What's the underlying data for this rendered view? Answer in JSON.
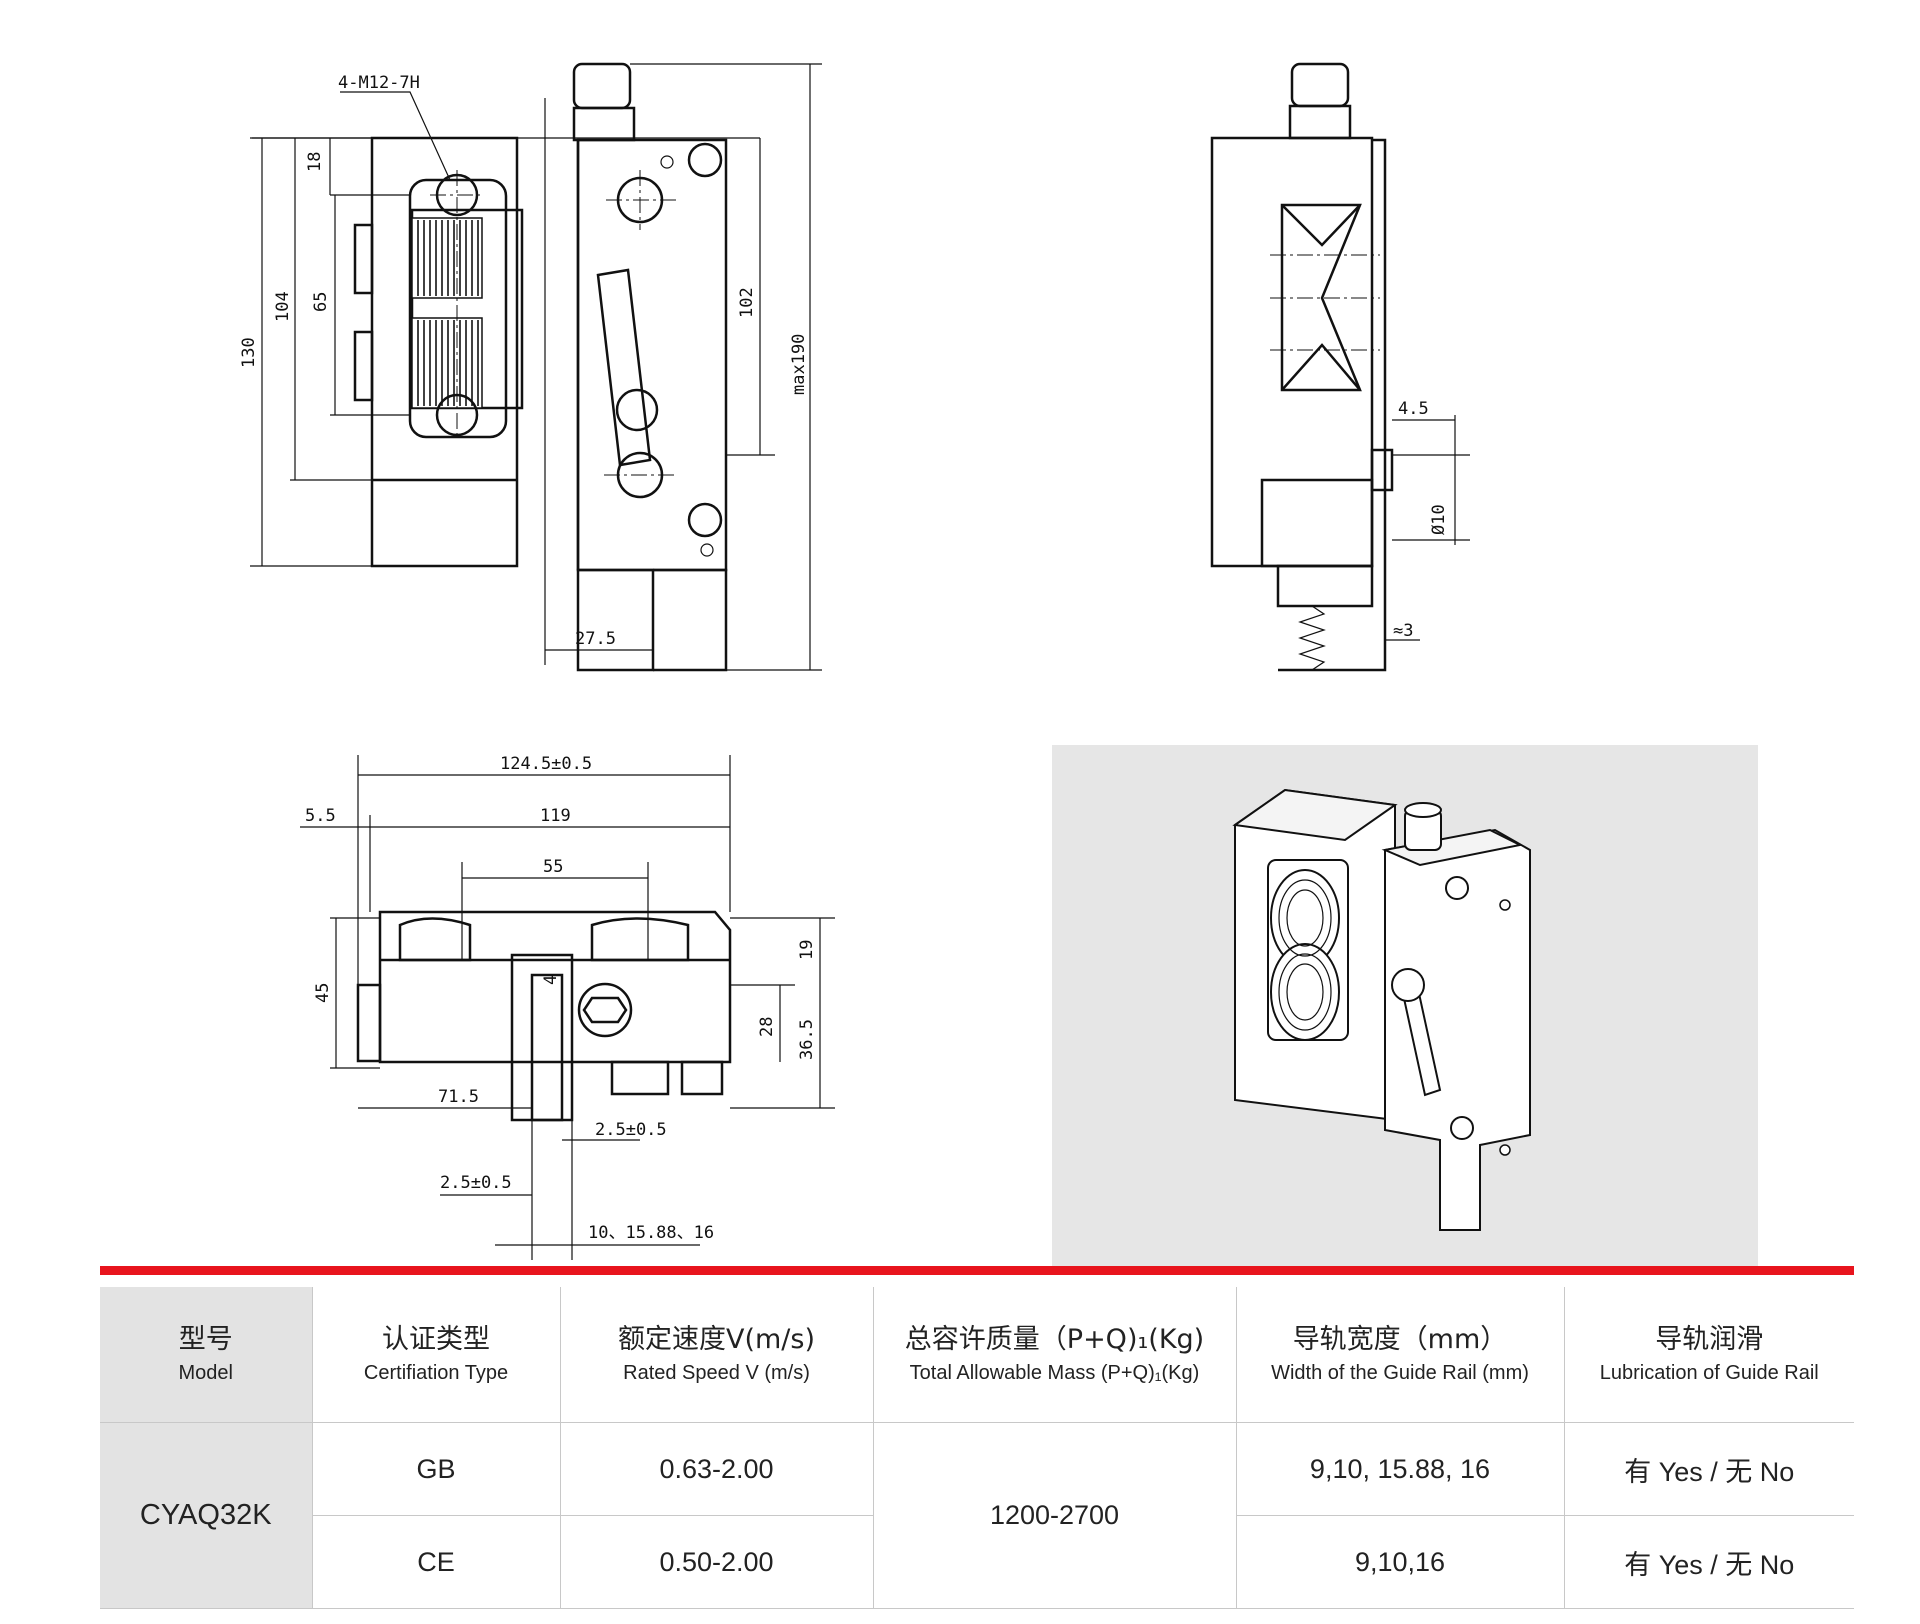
{
  "drawing": {
    "dims": {
      "thread": "4-M12-7H",
      "d18": "18",
      "d104": "104",
      "d65": "65",
      "d130": "130",
      "d102": "102",
      "dmax190": "max190",
      "d27_5": "27.5",
      "d4_5": "4.5",
      "d10dia": "Ø10",
      "d3": "≈3",
      "d124_5": "124.5±0.5",
      "d5_5": "5.5",
      "d119": "119",
      "d55": "55",
      "d45": "45",
      "d19": "19",
      "d28": "28",
      "d36_5": "36.5",
      "d71_5": "71.5",
      "d2_5a": "2.5±0.5",
      "d2_5b": "2.5±0.5",
      "d4": "4",
      "rail_widths": "10、15.88、16"
    }
  },
  "colors": {
    "accent": "#e8141d",
    "header_gray": "#e3e3e3",
    "photo_bg": "#e6e6e6"
  },
  "table": {
    "headers": [
      {
        "zh": "型号",
        "en": "Model"
      },
      {
        "zh": "认证类型",
        "en": "Certifiation Type"
      },
      {
        "zh": "额定速度V(m/s)",
        "en": "Rated Speed V (m/s)"
      },
      {
        "zh": "总容许质量（P+Q)₁(Kg)",
        "en": "Total Allowable Mass (P+Q)₁(Kg)"
      },
      {
        "zh": "导轨宽度（mm）",
        "en": "Width of the Guide Rail (mm)"
      },
      {
        "zh": "导轨润滑",
        "en": "Lubrication of Guide Rail"
      }
    ],
    "model": "CYAQ32K",
    "mass": "1200-2700",
    "rows": [
      {
        "cert": "GB",
        "speed": "0.63-2.00",
        "width": "9,10, 15.88, 16",
        "lube": "有 Yes / 无 No"
      },
      {
        "cert": "CE",
        "speed": "0.50-2.00",
        "width": "9,10,16",
        "lube": "有 Yes / 无 No"
      }
    ]
  }
}
